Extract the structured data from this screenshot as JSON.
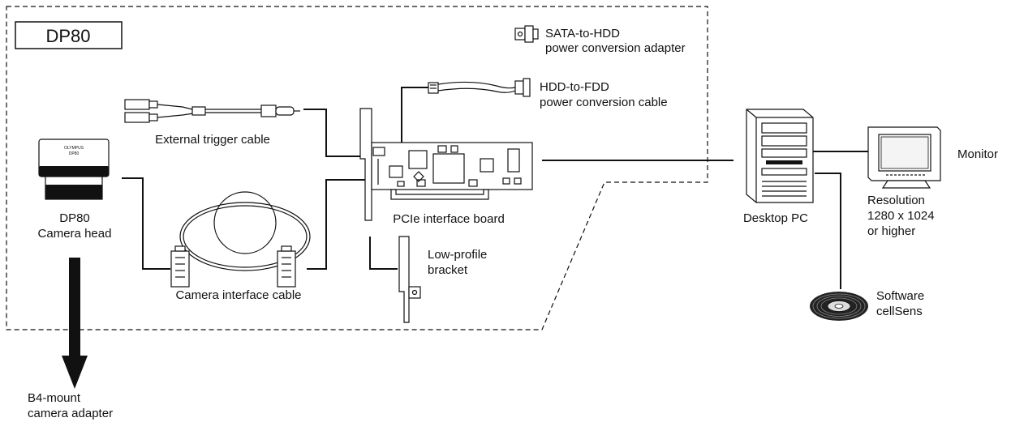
{
  "system": {
    "title": "DP80"
  },
  "components": {
    "sata_adapter": {
      "line1": "SATA-to-HDD",
      "line2": "power conversion adapter",
      "icon": "sata-adapter-icon"
    },
    "hdd_cable": {
      "line1": "HDD-to-FDD",
      "line2": "power conversion cable",
      "icon": "power-cable-icon"
    },
    "trigger_cable": {
      "label": "External trigger cable",
      "icon": "trigger-cable-icon"
    },
    "camera_head": {
      "line1": "DP80",
      "line2": "Camera head",
      "icon": "camera-head-icon"
    },
    "pcie_board": {
      "label": "PCIe interface board",
      "icon": "pcie-board-icon"
    },
    "interface_cable": {
      "label": "Camera interface cable",
      "icon": "interface-cable-icon"
    },
    "bracket": {
      "line1": "Low-profile",
      "line2": "bracket",
      "icon": "bracket-icon"
    },
    "desktop_pc": {
      "label": "Desktop PC",
      "icon": "desktop-pc-icon"
    },
    "monitor": {
      "label": "Monitor",
      "icon": "monitor-icon"
    },
    "resolution": {
      "line1": "Resolution",
      "line2": "1280 x 1024",
      "line3": "or higher"
    },
    "software": {
      "line1": "Software",
      "line2": "cellSens",
      "icon": "cd-disc-icon"
    },
    "adapter": {
      "line1": "B4-mount",
      "line2": "camera adapter",
      "icon": "down-arrow-icon"
    }
  },
  "colors": {
    "line": "#111111",
    "background": "#ffffff"
  }
}
